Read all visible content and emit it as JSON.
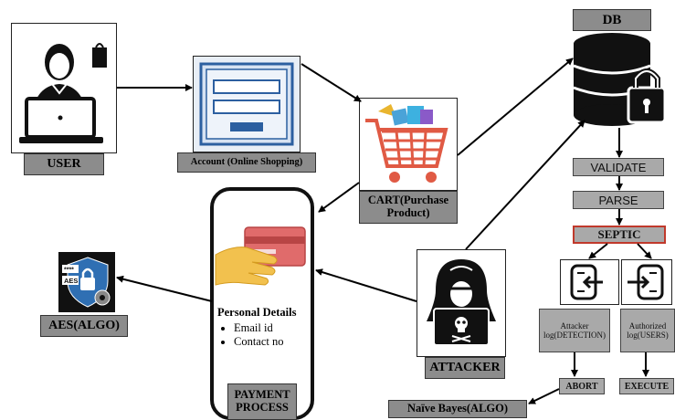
{
  "nodes": {
    "user": "USER",
    "account": "Account (Online Shopping)",
    "cart": "CART(Purchase Product)",
    "db": "DB",
    "validate": "VALIDATE",
    "parse": "PARSE",
    "septic": "SEPTIC",
    "attacker_log": "Attacker log(DETECTION)",
    "authorized_log": "Authorized log(USERS)",
    "abort": "ABORT",
    "execute": "EXECUTE",
    "naive_bayes": "Naïve Bayes(ALGO)",
    "attacker": "ATTACKER",
    "aes": "AES(ALGO)",
    "payment": "PAYMENT PROCESS",
    "personal_details_title": "Personal Details",
    "personal_details_items": [
      "Email id",
      "Contact no"
    ]
  },
  "icons": {
    "user": "woman-laptop-icon",
    "account": "login-form-icon",
    "cart": "shopping-cart-icon",
    "db": "database-lock-icon",
    "attacker": "hacker-icon",
    "aes": "aes-shield-lock-icon",
    "payment": "credit-card-hand-icon",
    "attacker_log_icon": "log-in-icon",
    "authorized_log_icon": "log-out-icon"
  },
  "colors": {
    "septic_border": "#c0392b",
    "label_fill": "#8c8c8c",
    "flow_fill": "#a9a9a9",
    "cart_red": "#e05a44",
    "card_red": "#e06b6b",
    "shield_blue": "#2f6fb3"
  }
}
